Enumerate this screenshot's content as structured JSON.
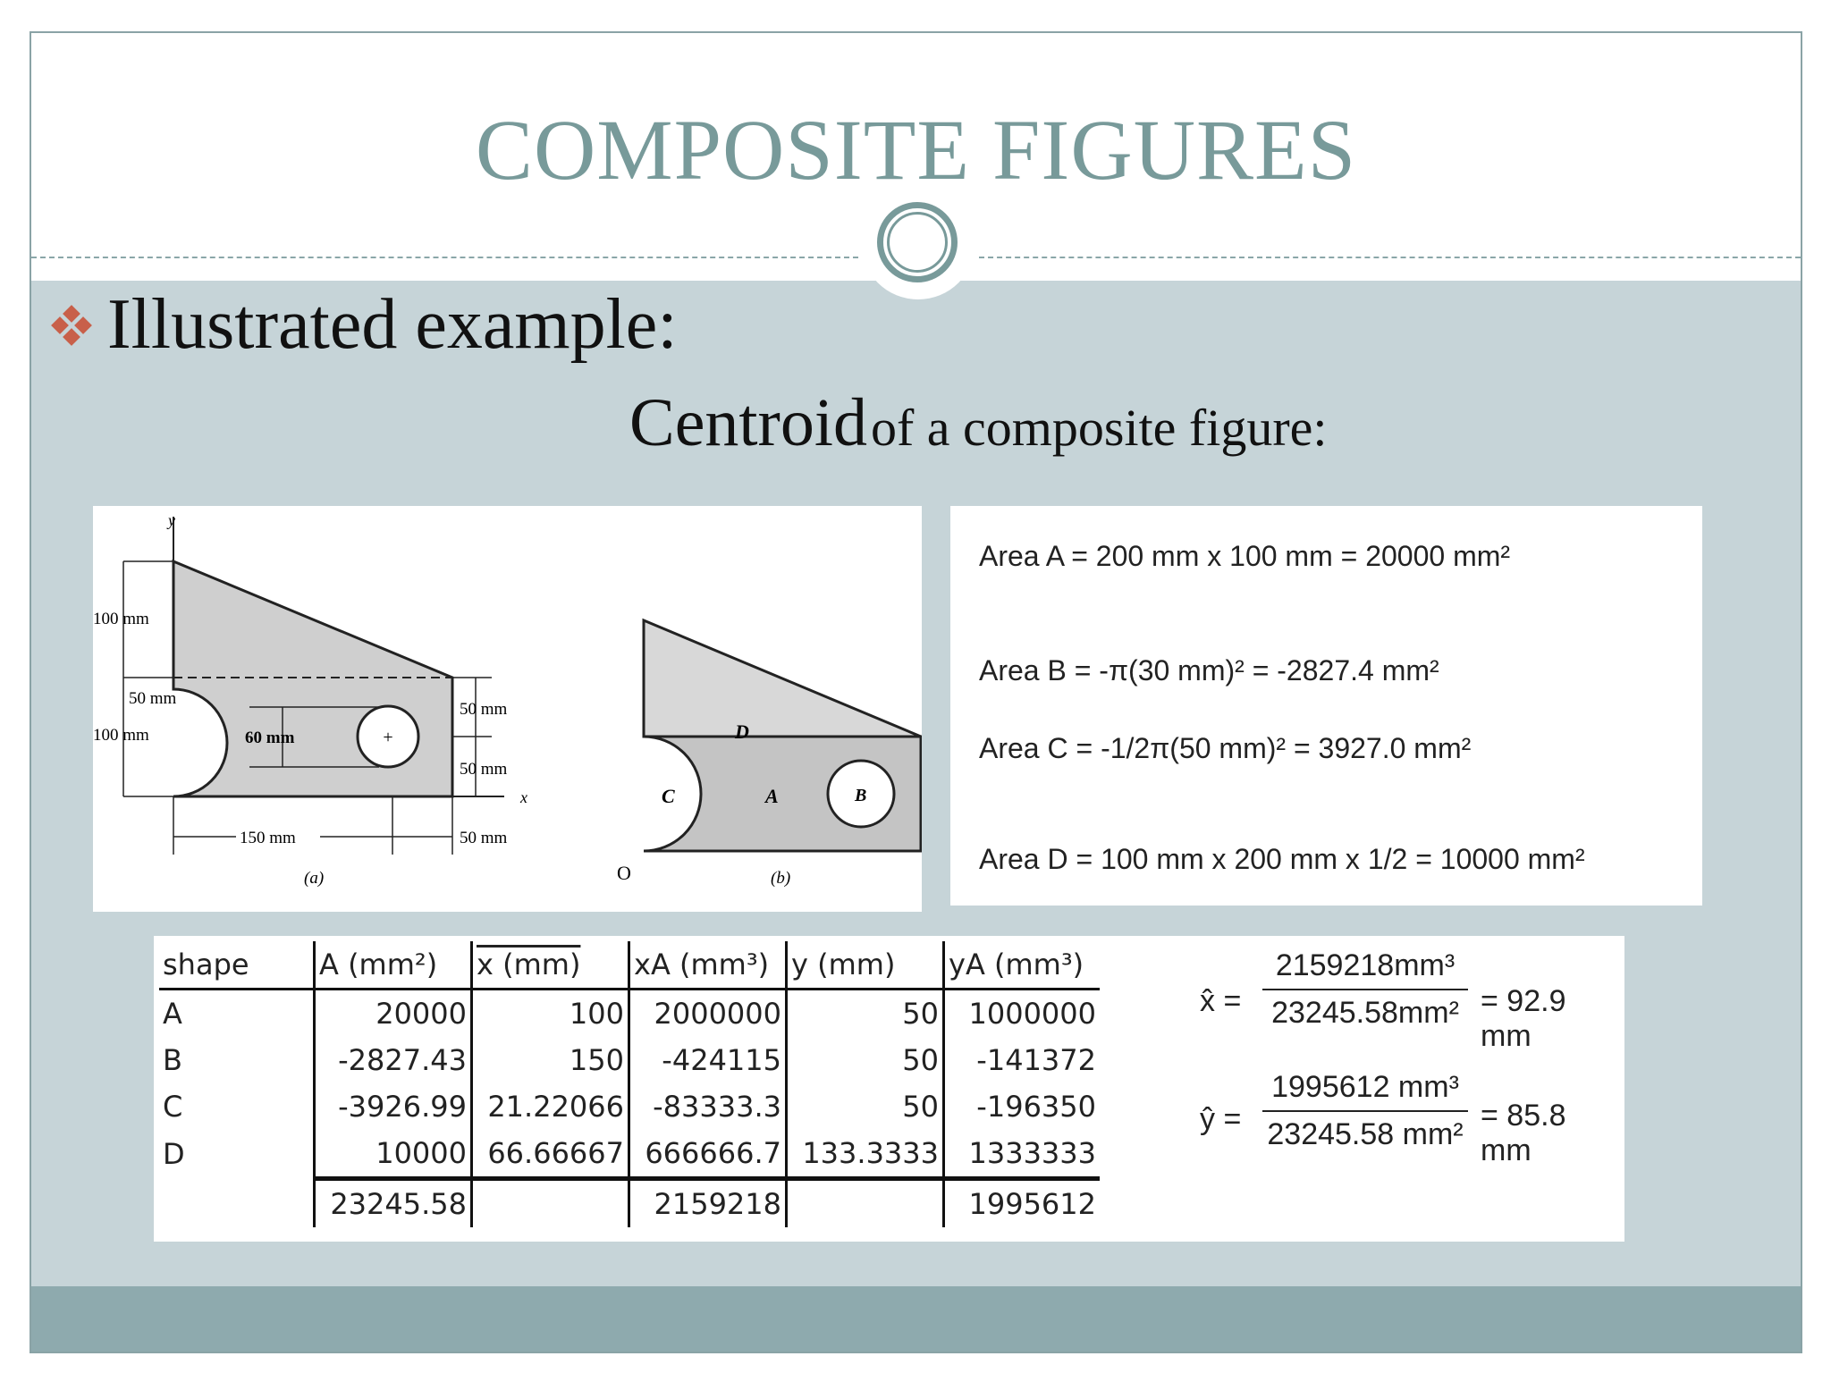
{
  "slide": {
    "title": "COMPOSITE FIGURES",
    "bullet": "Illustrated example:",
    "subhead_big": "Centroid",
    "subhead_small": "of a composite figure:"
  },
  "figure": {
    "labels_a": {
      "y": "y",
      "x": "x",
      "d100_top": "100 mm",
      "d50_r": "50 mm",
      "d100_left": "100 mm",
      "d60": "60 mm",
      "d50_right1": "50 mm",
      "d50_right2": "50 mm",
      "d150": "150 mm",
      "d50_bottom": "50 mm",
      "caption": "(a)"
    },
    "labels_b": {
      "D": "D",
      "C": "C",
      "A": "A",
      "B": "B",
      "O": "O",
      "caption": "(b)"
    }
  },
  "areas": [
    "Area A = 200 mm x 100 mm = 20000 mm²",
    "Area B = -π(30 mm)² = -2827.4 mm²",
    "Area C = -1/2π(50 mm)² = 3927.0 mm²",
    "Area D = 100 mm x 200 mm x 1/2 = 10000 mm²"
  ],
  "table": {
    "headers": [
      "shape",
      "A (mm²)",
      "x (mm)",
      "xA (mm³)",
      "y (mm)",
      "yA (mm³)"
    ],
    "rows": [
      [
        "A",
        "20000",
        "100",
        "2000000",
        "50",
        "1000000"
      ],
      [
        "B",
        "-2827.43",
        "150",
        "-424115",
        "50",
        "-141372"
      ],
      [
        "C",
        "-3926.99",
        "21.22066",
        "-83333.3",
        "50",
        "-196350"
      ],
      [
        "D",
        "10000",
        "66.66667",
        "666666.7",
        "133.3333",
        "1333333"
      ]
    ],
    "totals": [
      "",
      "23245.58",
      "",
      "2159218",
      "",
      "1995612"
    ]
  },
  "equations": {
    "xhat": "x̂ =",
    "x_num": "2159218mm³",
    "x_den": "23245.58mm²",
    "x_result": "= 92.9 mm",
    "yhat": "ŷ =",
    "y_num": "1995612  mm³",
    "y_den": "23245.58  mm²",
    "y_result": "= 85.8 mm"
  }
}
